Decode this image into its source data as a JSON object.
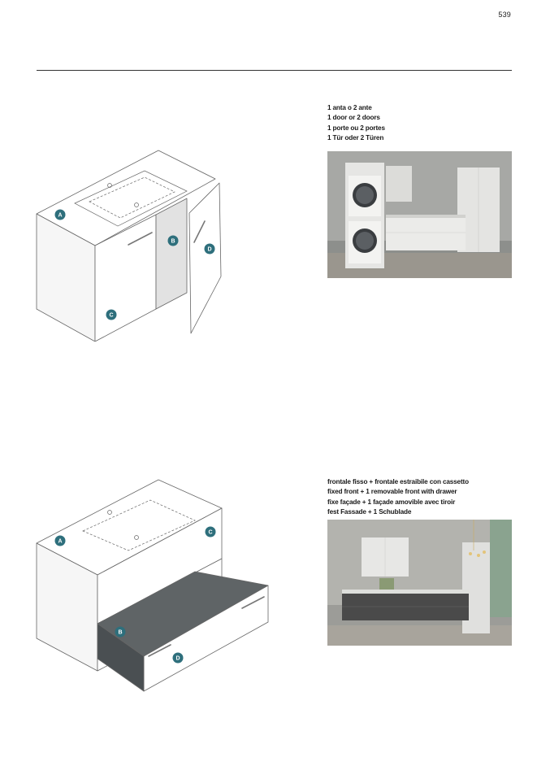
{
  "page": {
    "number": "539"
  },
  "sections": [
    {
      "caption": [
        "1 anta o 2 ante",
        "1 door or 2 doors",
        "1 porte ou 2 portes",
        "1 Tür oder 2 Türen"
      ],
      "badges": [
        "A",
        "B",
        "C",
        "D"
      ]
    },
    {
      "caption": [
        "frontale fisso + frontale estraibile con cassetto",
        "fixed front + 1 removable front with drawer",
        "fixe façade + 1 façade amovible avec tiroir",
        "fest Fassade + 1 Schublade"
      ],
      "badges": [
        "A",
        "B",
        "C",
        "D"
      ]
    }
  ],
  "colors": {
    "badge": "#2e6f7c",
    "line": "#555555"
  }
}
